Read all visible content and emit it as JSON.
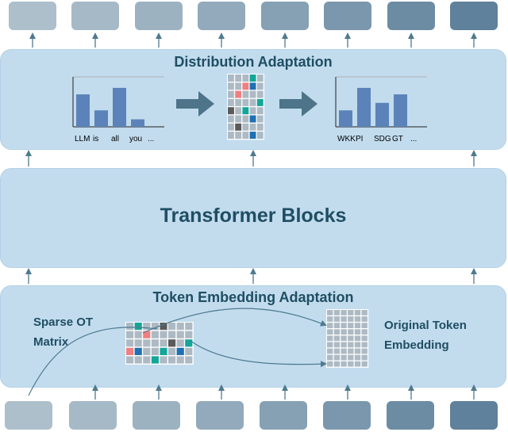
{
  "panels": {
    "distribution_title": "Distribution Adaptation",
    "transformer_title": "Transformer Blocks",
    "embedding_title": "Token Embedding Adaptation"
  },
  "left_chart": {
    "tick_labels": [
      "LLM",
      "is",
      "all",
      "you",
      "..."
    ],
    "values": [
      0.65,
      0.33,
      0.78,
      0.15
    ]
  },
  "right_chart": {
    "tick_labels": [
      "WKK",
      "PI",
      "SDG",
      "GT",
      "..."
    ],
    "values": [
      0.33,
      0.78,
      0.48,
      0.65
    ]
  },
  "labels": {
    "sparse_ot_line1": "Sparse OT",
    "sparse_ot_line2": "Matrix",
    "original_line1": "Original Token",
    "original_line2": "Embedding"
  },
  "colors": {
    "panel": "#c2dcee",
    "bar": "#5b83b9",
    "arrow": "#4e7a8f",
    "grid_cell": "#adbac4",
    "teal": "#12a699",
    "salmon": "#f07f7f",
    "dark": "#5a5a5a",
    "blue": "#1f6fb4"
  }
}
